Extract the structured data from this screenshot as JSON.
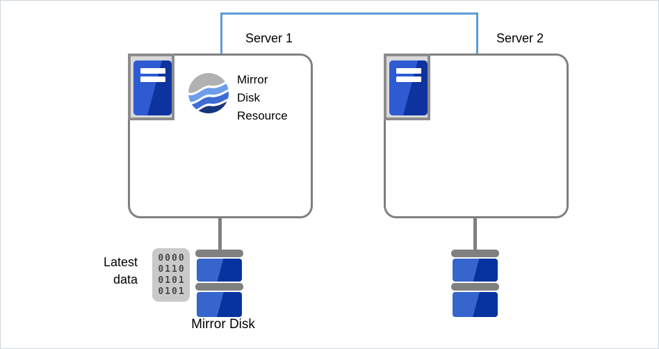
{
  "diagram": {
    "type": "cluster-mirror-disk-topology",
    "servers": [
      {
        "label": "Server 1",
        "resource": {
          "label": "Mirror Disk Resource",
          "lines": [
            "Mirror",
            "Disk",
            "Resource"
          ]
        }
      },
      {
        "label": "Server 2"
      }
    ],
    "latest_data": {
      "label": "Latest data",
      "lines": [
        "Latest",
        "data"
      ]
    },
    "binary_chip": {
      "rows": [
        "0000",
        "0110",
        "0101",
        "0101"
      ]
    },
    "mirror_disk": {
      "label": "Mirror Disk"
    },
    "colors": {
      "interconnect_blue": "#5b9bd5",
      "box_border_gray": "#7f7f7f",
      "stem_gray": "#808080",
      "disk_blue_light": "#3565cd",
      "disk_blue_dark": "#0733a0",
      "tower_blue_light": "#2e5bd2",
      "tower_blue_dark": "#0e339e",
      "icon_frame_fill": "#d9d9d9",
      "icon_frame_border": "#8c8c8c",
      "chip_fill": "#c9c9c9",
      "chip_text": "#474747",
      "globe_gray": "#b1b1b1",
      "globe_light_blue": "#6d9eeb",
      "globe_mid_blue": "#3e6bd4",
      "globe_navy": "#15357e"
    }
  }
}
